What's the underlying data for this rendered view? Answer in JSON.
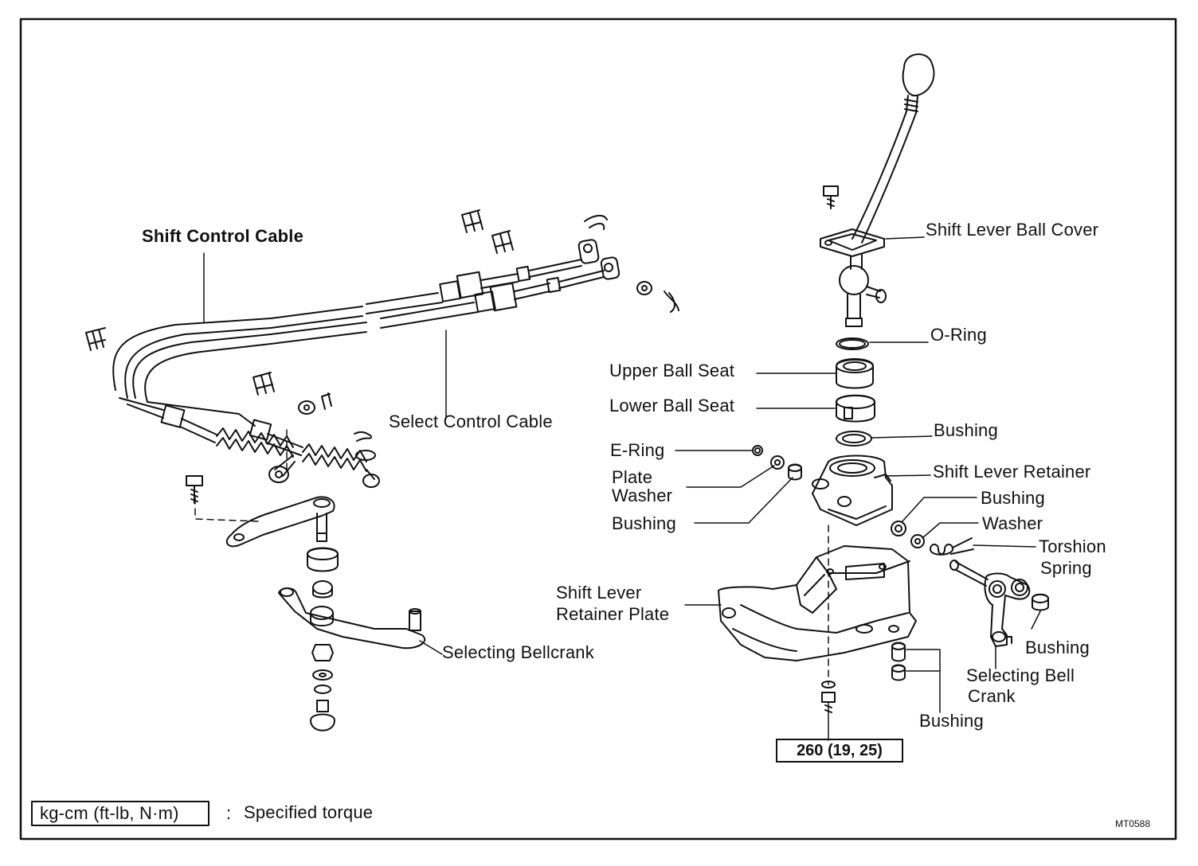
{
  "labels": {
    "shift_control_cable": "Shift Control Cable",
    "select_control_cable": "Select Control Cable",
    "shift_lever_ball_cover": "Shift Lever Ball Cover",
    "o_ring": "O-Ring",
    "upper_ball_seat": "Upper Ball Seat",
    "lower_ball_seat": "Lower Ball Seat",
    "bushing_1": "Bushing",
    "e_ring": "E-Ring",
    "plate_washer_1": "Plate",
    "plate_washer_2": "Washer",
    "bushing_left": "Bushing",
    "shift_lever_retainer": "Shift Lever Retainer",
    "bushing_2": "Bushing",
    "washer": "Washer",
    "torsion_spring_1": "Torshion",
    "torsion_spring_2": "Spring",
    "shift_lever_retainer_plate_1": "Shift Lever",
    "shift_lever_retainer_plate_2": "Retainer Plate",
    "bushing_3": "Bushing",
    "selecting_bell_crank_1": "Selecting Bell",
    "selecting_bell_crank_2": "Crank",
    "bushing_4": "Bushing",
    "selecting_bellcrank": "Selecting Bellcrank"
  },
  "torque": {
    "value": "260 (19, 25)"
  },
  "legend": {
    "unit_box": "kg-cm (ft-lb, N·m)",
    "separator": ":",
    "description": "Specified torque"
  },
  "figure_code": "MT0588"
}
